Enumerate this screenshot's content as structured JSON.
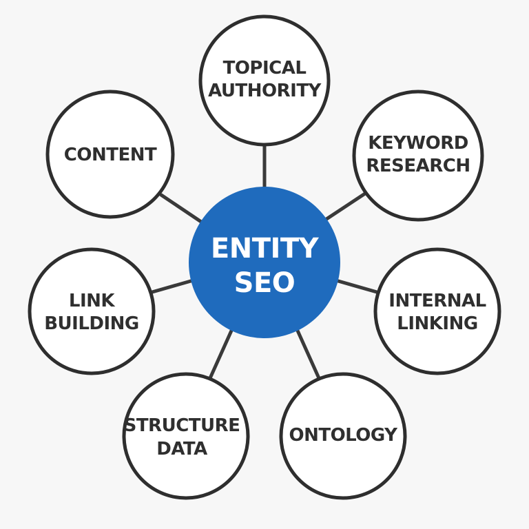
{
  "colors": {
    "background": "#f7f7f7",
    "hub_fill": "#1f6bbd",
    "hub_text": "#ffffff",
    "node_fill": "#ffffff",
    "node_stroke": "#2e2e2e",
    "node_text": "#2f2f2f",
    "connector": "#3a3a3a"
  },
  "hub": {
    "line1": "ENTITY",
    "line2": "SEO"
  },
  "nodes": {
    "topical_authority": {
      "line1": "TOPICAL",
      "line2": "AUTHORITY"
    },
    "keyword_research": {
      "line1": "KEYWORD",
      "line2": "RESEARCH"
    },
    "internal_linking": {
      "line1": "INTERNAL",
      "line2": "LINKING"
    },
    "ontology": {
      "line1": "ONTOLOGY"
    },
    "structure_data": {
      "line1": "STRUCTURE",
      "line2": "DATA"
    },
    "link_building": {
      "line1": "LINK",
      "line2": "BUILDING"
    },
    "content": {
      "line1": "CONTENT"
    }
  }
}
